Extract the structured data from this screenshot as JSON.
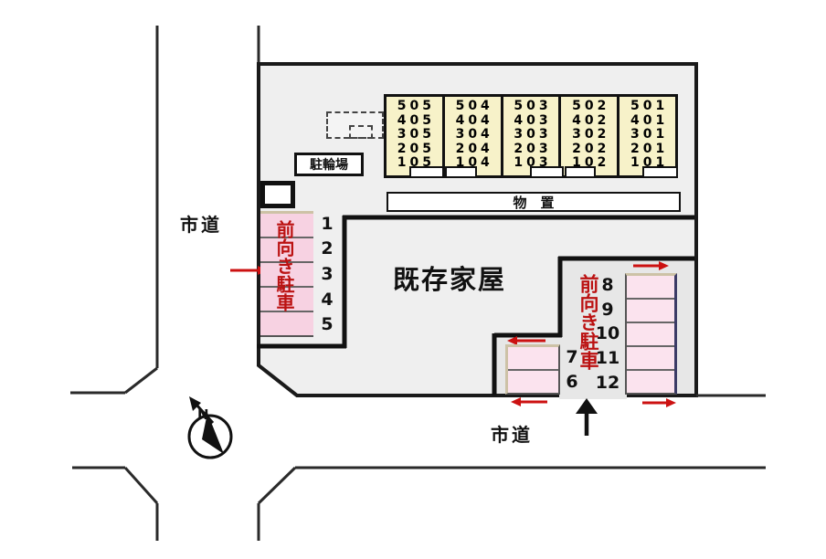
{
  "diagram": {
    "type": "site-plan",
    "labels": {
      "road_left": "市道",
      "road_bottom": "市道",
      "existing_house": "既存家屋",
      "bicycle_parking": "駐輪場",
      "storage": "物　置",
      "north": "N"
    },
    "building": {
      "columns": [
        {
          "units": [
            "505",
            "405",
            "305",
            "205",
            "105"
          ]
        },
        {
          "units": [
            "504",
            "404",
            "304",
            "204",
            "104"
          ]
        },
        {
          "units": [
            "503",
            "403",
            "303",
            "203",
            "103"
          ]
        },
        {
          "units": [
            "502",
            "402",
            "302",
            "202",
            "102"
          ]
        },
        {
          "units": [
            "501",
            "401",
            "301",
            "201",
            "101"
          ]
        }
      ]
    },
    "parking": {
      "left_bay": {
        "caption": "前向き駐車",
        "spaces": [
          "1",
          "2",
          "3",
          "4",
          "5"
        ]
      },
      "center_bay": {
        "spaces": [
          "7",
          "6"
        ]
      },
      "right_bay": {
        "caption": "前向き駐車",
        "spaces": [
          "8",
          "9",
          "10",
          "11",
          "12"
        ]
      }
    },
    "icons": {
      "north_compass": "north-compass-icon",
      "red_entry_arrows": "red-arrow-icon",
      "entrance_arrow": "black-up-arrow-icon"
    },
    "colors": {
      "parcel": "#efefef",
      "enclosure": "#e7e7e7",
      "building_fill": "#f7f2c9",
      "parking_pink_left": "#f7d2e2",
      "parking_pink_right": "#fbe3ee",
      "tan_border": "#cdc2a6",
      "navy_border": "#3b3b66",
      "accent_red": "#cc1111",
      "line_black": "#1a1a1a"
    }
  }
}
